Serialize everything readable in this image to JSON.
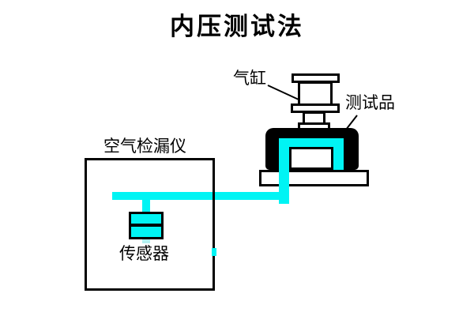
{
  "title": "内压测试法",
  "diagram": {
    "labels": {
      "cylinder": "气缸",
      "test_item": "测试品",
      "leak_detector": "空气检漏仪",
      "sensor": "传感器"
    },
    "colors": {
      "tube": "#00f4f4",
      "outline": "#000000",
      "fixture_fill": "#000000",
      "background": "#ffffff"
    }
  }
}
